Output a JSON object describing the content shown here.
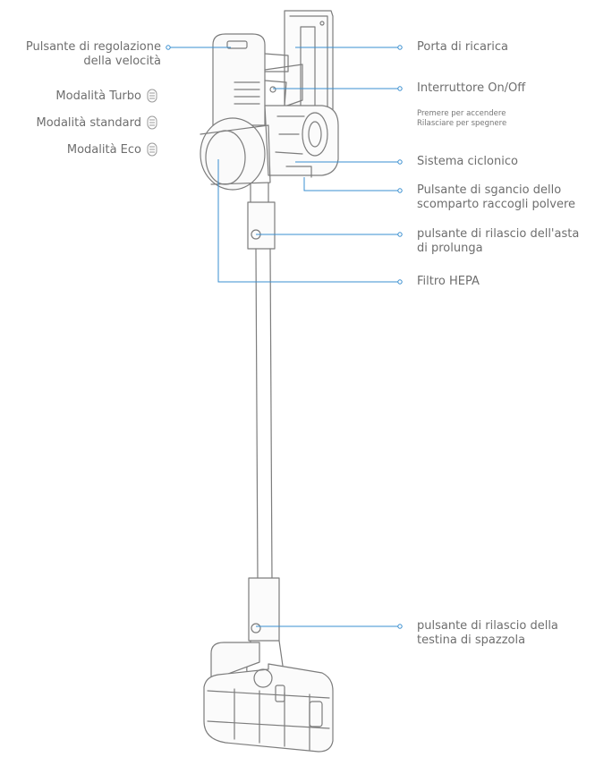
{
  "diagram": {
    "labels_left": {
      "speed_button_line1": "Pulsante di regolazione",
      "speed_button_line2": "della velocità",
      "mode_turbo": "Modalità Turbo",
      "mode_standard": "Modalità standard",
      "mode_eco": "Modalità Eco"
    },
    "labels_right": {
      "charging_port": "Porta di ricarica",
      "power_switch": "Interruttore On/Off",
      "power_hint_line1": "Premere per accendere",
      "power_hint_line2": "Rilasciare per spegnere",
      "cyclone_system": "Sistema ciclonico",
      "dust_release_line1": "Pulsante di sgancio dello",
      "dust_release_line2": "scomparto raccogli polvere",
      "rod_release_line1": "pulsante di rilascio dell'asta",
      "rod_release_line2": "di prolunga",
      "hepa_filter": "Filtro HEPA",
      "brush_release_line1": "pulsante di rilascio della",
      "brush_release_line2": "testina di spazzola"
    },
    "colors": {
      "leader_line": "#3a8fd0",
      "outline": "#7a7a7a",
      "text": "#6e6e6e"
    }
  }
}
